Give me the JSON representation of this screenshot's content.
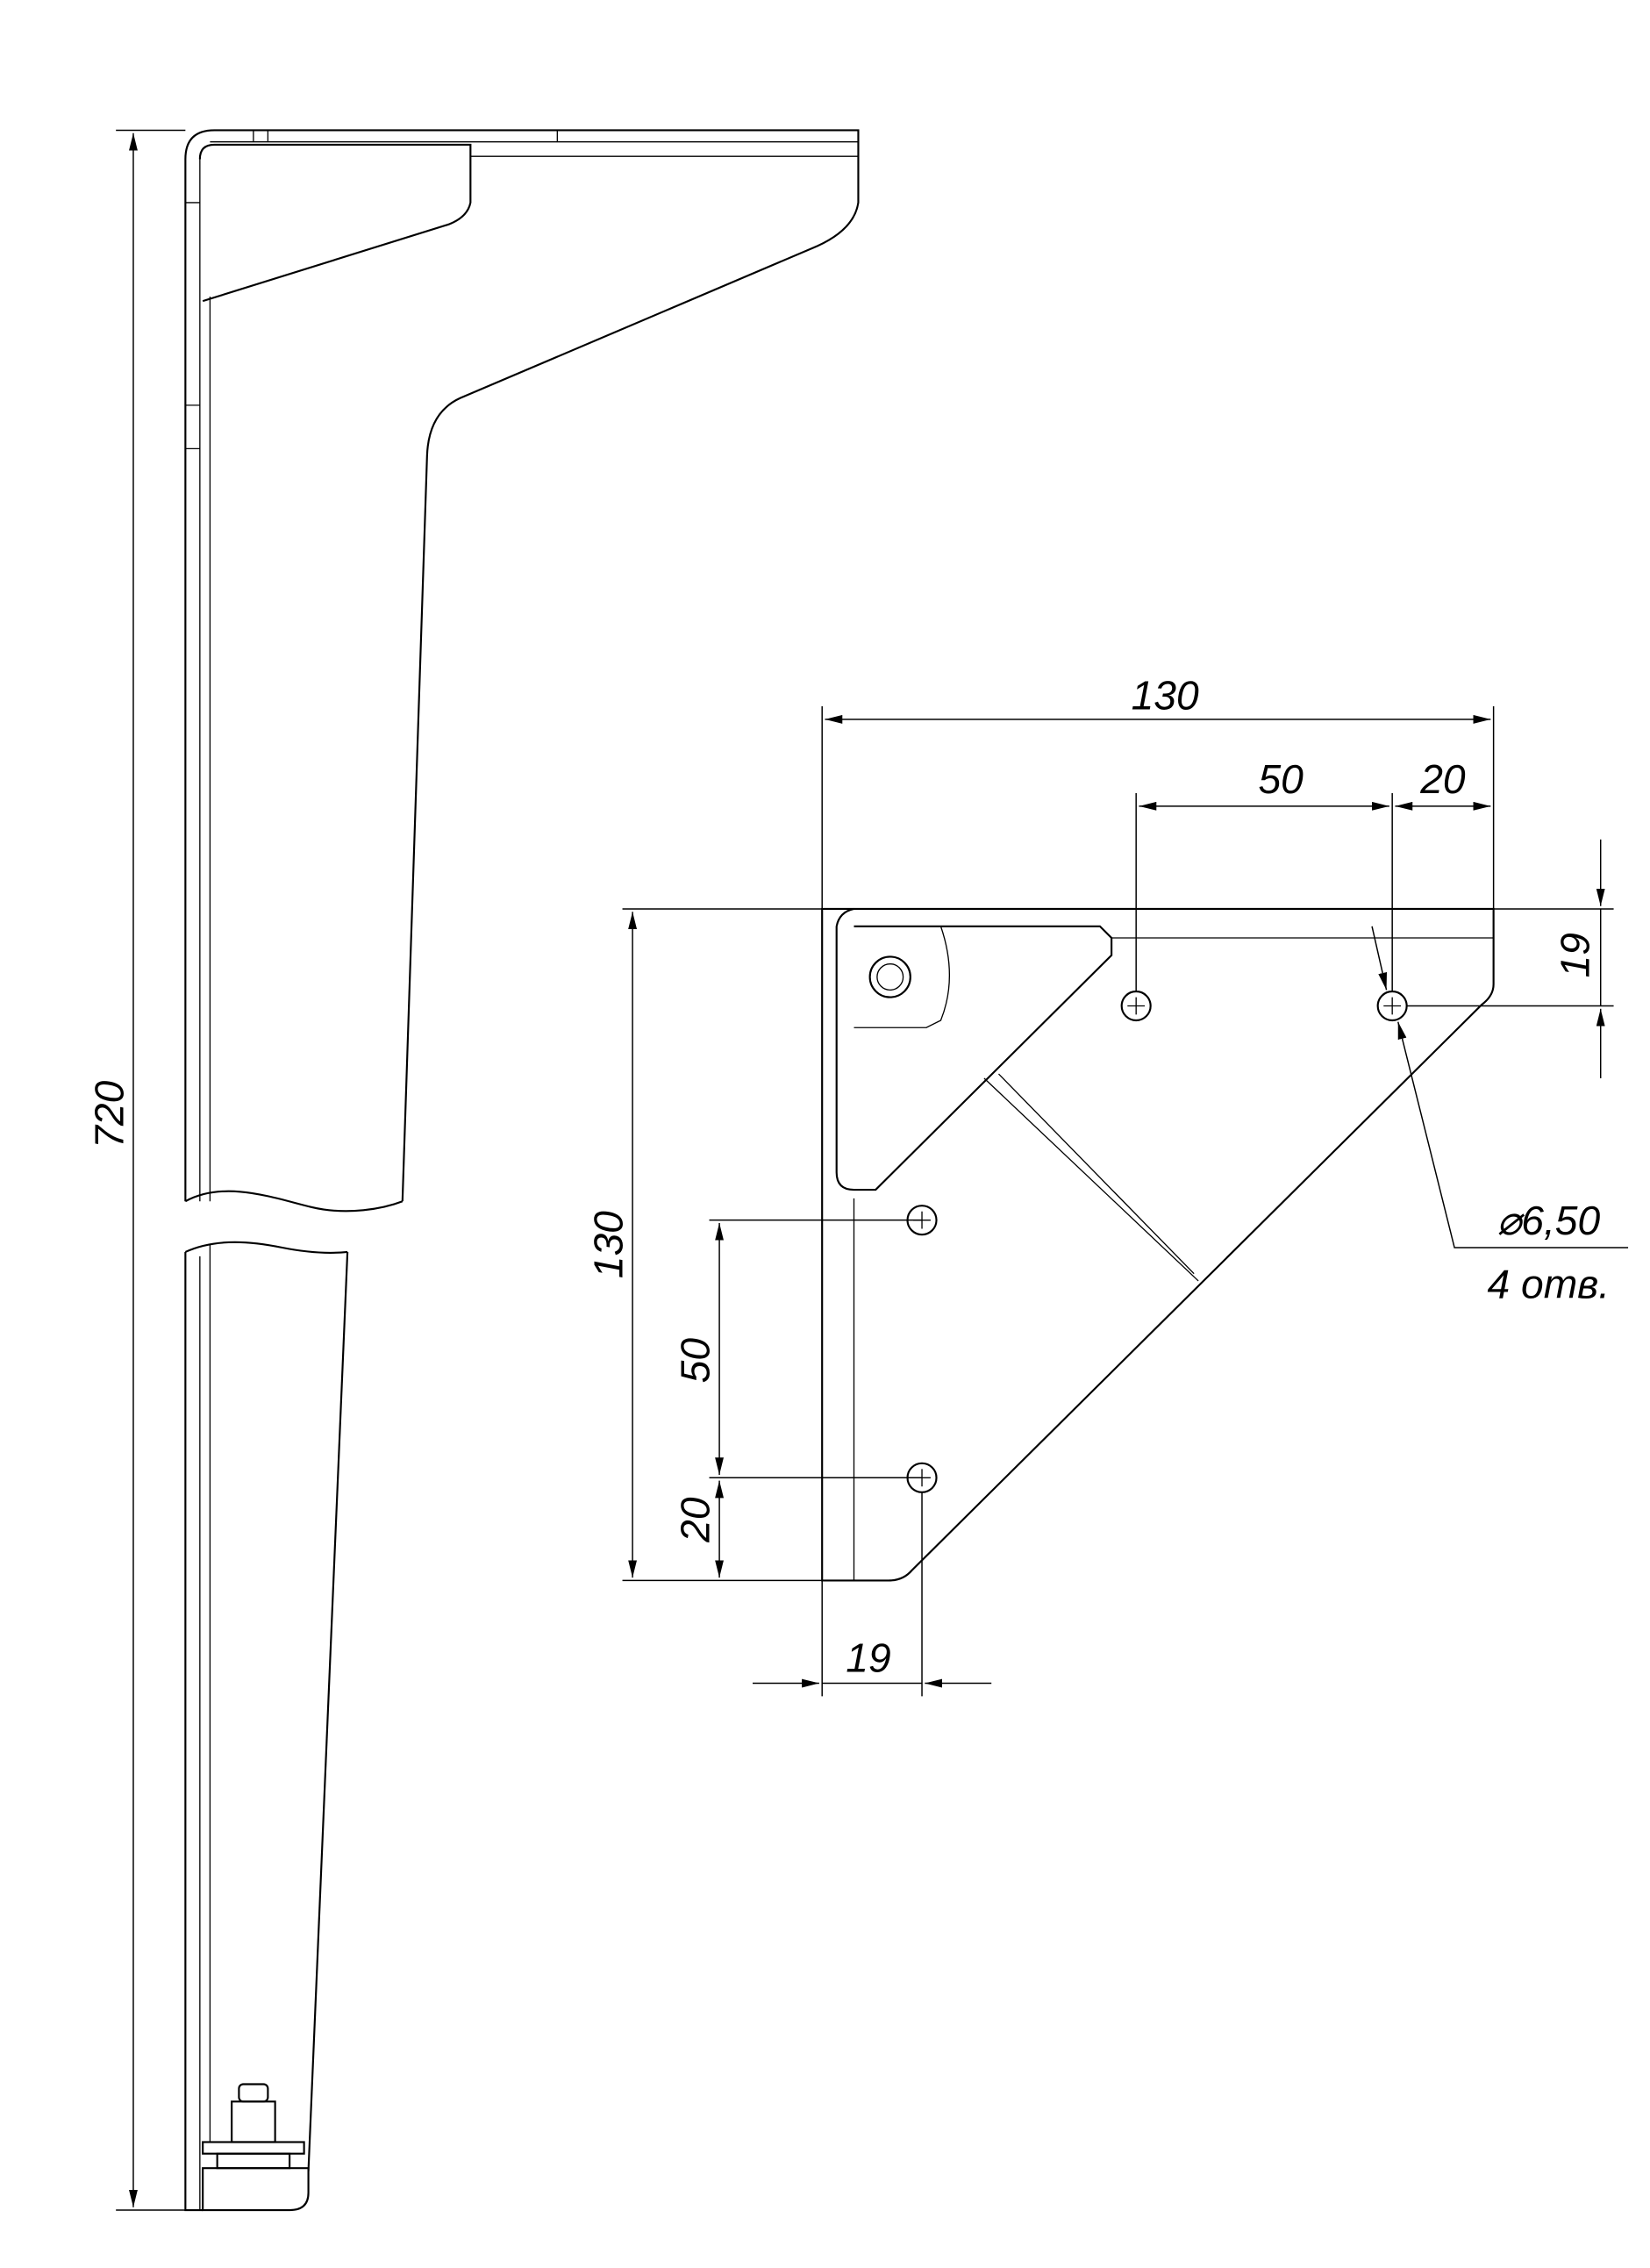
{
  "drawing": {
    "side_view": {
      "height_dim": "720"
    },
    "plate_view": {
      "width_total": "130",
      "hole_spacing_h": "50",
      "edge_offset_h": "20",
      "edge_offset_right": "19",
      "height_total": "130",
      "hole_spacing_v": "50",
      "edge_offset_v": "20",
      "edge_offset_bottom": "19",
      "hole_diameter": "⌀6,50",
      "hole_count": "4 отв."
    }
  }
}
